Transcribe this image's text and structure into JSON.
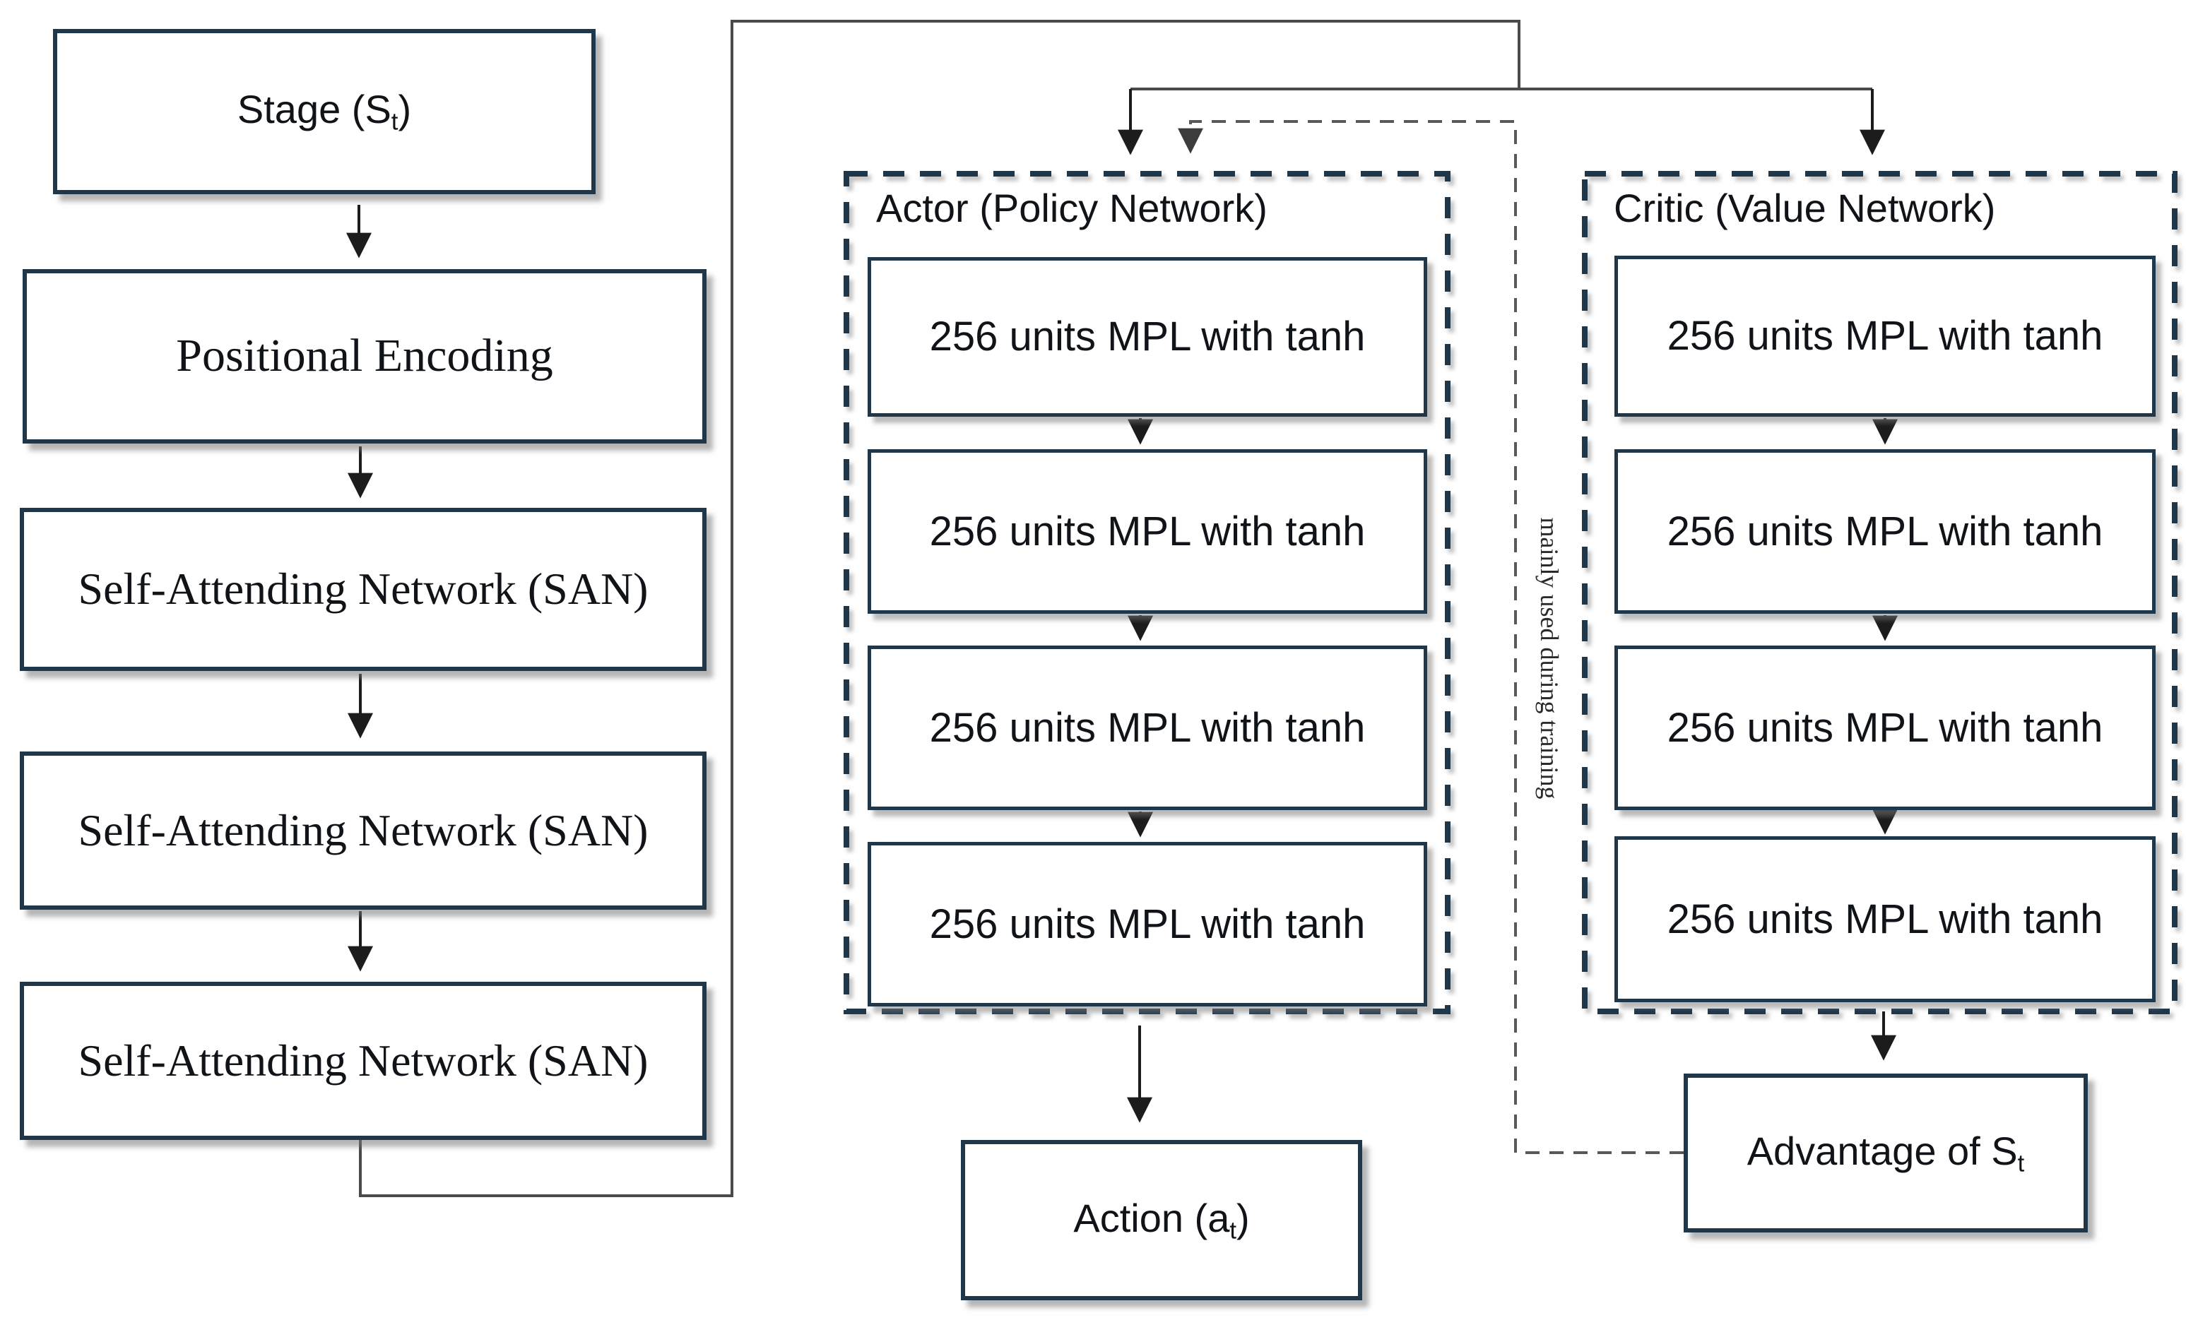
{
  "nodes": {
    "stage": {
      "main": "Stage (S",
      "sub": "t",
      "close": ")"
    },
    "positional_encoding": "Positional Encoding",
    "san_layers": [
      "Self-Attending Network (SAN)",
      "Self-Attending Network (SAN)",
      "Self-Attending Network (SAN)"
    ],
    "actor": {
      "title": "Actor (Policy Network)",
      "layers": [
        "256 units MPL with tanh",
        "256 units MPL with tanh",
        "256 units MPL with tanh",
        "256 units MPL with tanh"
      ]
    },
    "critic": {
      "title": "Critic (Value Network)",
      "layers": [
        "256 units MPL with tanh",
        "256 units MPL with tanh",
        "256 units MPL with tanh",
        "256 units MPL with tanh"
      ]
    },
    "action": {
      "main": "Action (a",
      "sub": "t",
      "close": ")"
    },
    "advantage": {
      "main": "Advantage of S",
      "sub": "t"
    }
  },
  "annotations": {
    "training_note": "mainly used during training"
  },
  "colors": {
    "box_border": "#20374a",
    "wire": "#4a4a4a",
    "arrow": "#1c1c1c",
    "dashed_training_wire": "#595959",
    "background": "#ffffff",
    "text": "#101418"
  }
}
